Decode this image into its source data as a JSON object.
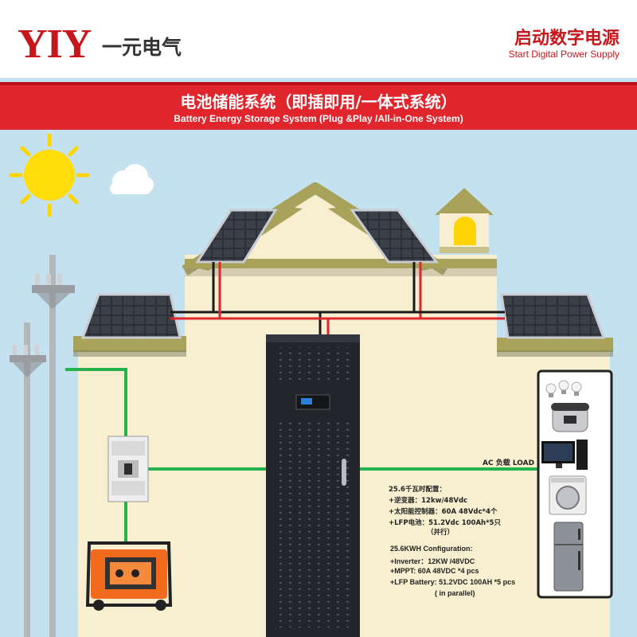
{
  "header": {
    "logo": "YIY",
    "logo_sub": "一元电气",
    "slogan_cn": "启动数字电源",
    "slogan_en": "Start Digital Power Supply"
  },
  "banner": {
    "title_cn": "电池储能系统（即插即用/一体式系统）",
    "title_en": "Battery Energy Storage System (Plug &Play /All-in-One System)"
  },
  "load_label": "AC 负载  LOAD",
  "config_cn": {
    "title": "25.6千瓦时配置：",
    "lines": [
      "+逆变器：12kw/48Vdc",
      "+太阳能控制器：60A 48Vdc*4个",
      "+LFP电池：51.2Vdc 100Ah*5只",
      "（并行）"
    ]
  },
  "config_en": {
    "title": "25.6KWH  Configuration:",
    "lines": [
      "+Inverter：12KW /48VDC",
      "+MPPT:    60A 48VDC *4 pcs",
      "+LFP Battery:  51.2VDC 100AH *5 pcs",
      "( in parallel)"
    ]
  },
  "colors": {
    "brand_red": "#c8161d",
    "wire_green": "#25b14b",
    "wire_red": "#e0262c",
    "sky": "#c3e1ee",
    "wall": "#f7efcf",
    "roof": "#a9a25a",
    "cabinet": "#23252b"
  },
  "icons": [
    "sun-icon",
    "cloud-icon",
    "solar-panel-icon",
    "utility-pole-icon",
    "transfer-switch-icon",
    "generator-icon",
    "battery-cabinet-icon",
    "light-bulb-icon",
    "rice-cooker-icon",
    "desktop-computer-icon",
    "washing-machine-icon",
    "refrigerator-icon"
  ]
}
